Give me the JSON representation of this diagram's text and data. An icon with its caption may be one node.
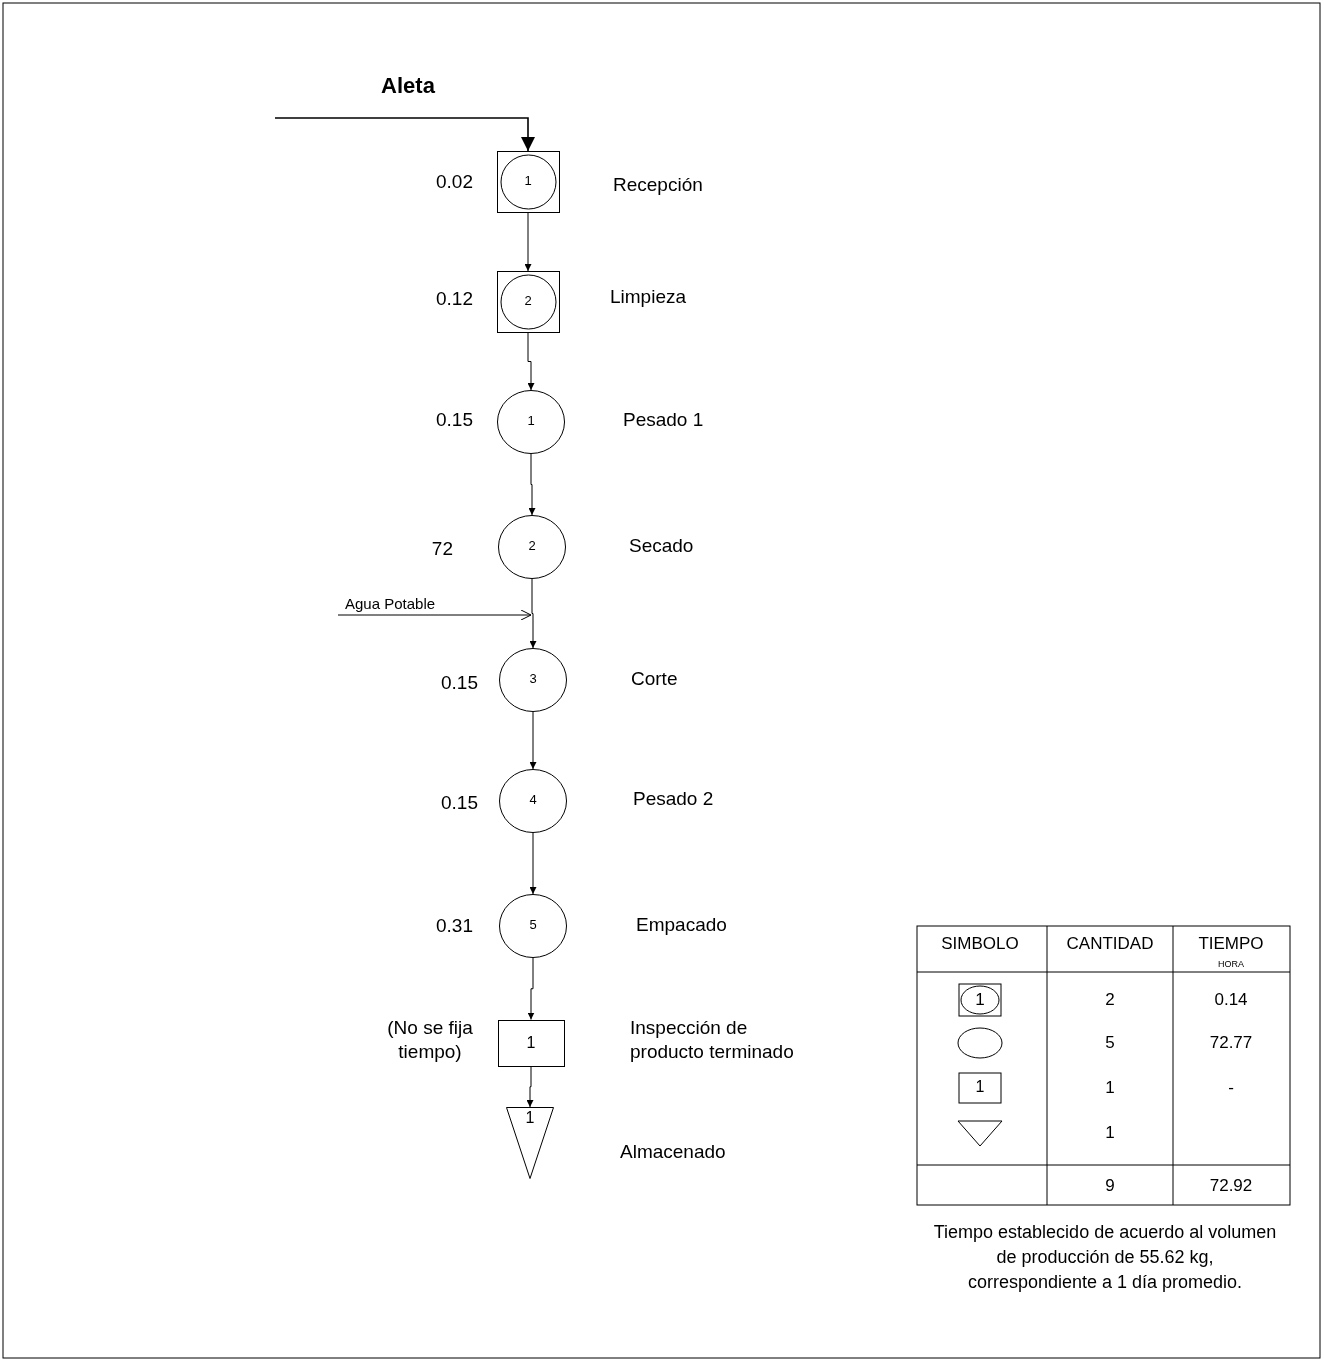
{
  "diagram": {
    "nodes": [
      {
        "text": [
          "1"
        ],
        "beside": [
          "0.02",
          "Recepción"
        ]
      },
      {
        "text": [
          "2"
        ],
        "beside": [
          "0.12",
          "Limpieza"
        ]
      },
      {
        "text": [
          "1"
        ],
        "beside": [
          "0.15",
          "Pesado 1"
        ]
      },
      {
        "text": [
          "2"
        ],
        "beside": [
          "72",
          "Secado"
        ]
      },
      {
        "text": [
          "3"
        ],
        "beside": [
          "0.15",
          "Corte"
        ]
      },
      {
        "text": [
          "4"
        ],
        "beside": [
          "0.15",
          "Pesado 2"
        ]
      },
      {
        "text": [
          "5"
        ],
        "beside": [
          "0.31",
          "Empacado"
        ]
      },
      {
        "text": [
          "1"
        ],
        "beside": [
          "(No se fija tiempo)",
          "Inspección de producto terminado"
        ]
      },
      {
        "text": [
          "1"
        ],
        "beside": [
          "Almacenado"
        ]
      }
    ],
    "edges": [
      {
        "from": null,
        "to": 0,
        "arrow": "to",
        "label": "Aleta"
      },
      {
        "from": 0,
        "to": 1,
        "arrow": "to"
      },
      {
        "from": 1,
        "to": 2,
        "arrow": "to"
      },
      {
        "from": 2,
        "to": 3,
        "arrow": "to"
      },
      {
        "from": 3,
        "to": 4,
        "arrow": "to"
      },
      {
        "from": null,
        "to": 4,
        "arrow": "to",
        "label": "Agua Potable"
      },
      {
        "from": 4,
        "to": 5,
        "arrow": "to"
      },
      {
        "from": 5,
        "to": 6,
        "arrow": "to"
      },
      {
        "from": 6,
        "to": 7,
        "arrow": "to"
      },
      {
        "from": 7,
        "to": 8,
        "arrow": "to"
      }
    ],
    "labels": [
      "SIMBOLO",
      "CANTIDAD",
      "TIEMPO",
      "HORA",
      "1",
      "2",
      "0.14",
      "5",
      "72.77",
      "1",
      "1",
      "-",
      "1",
      "9",
      "72.92",
      "Tiempo establecido de acuerdo al volumen de producción de 55.62 kg, correspondiente a 1 día promedio."
    ]
  }
}
